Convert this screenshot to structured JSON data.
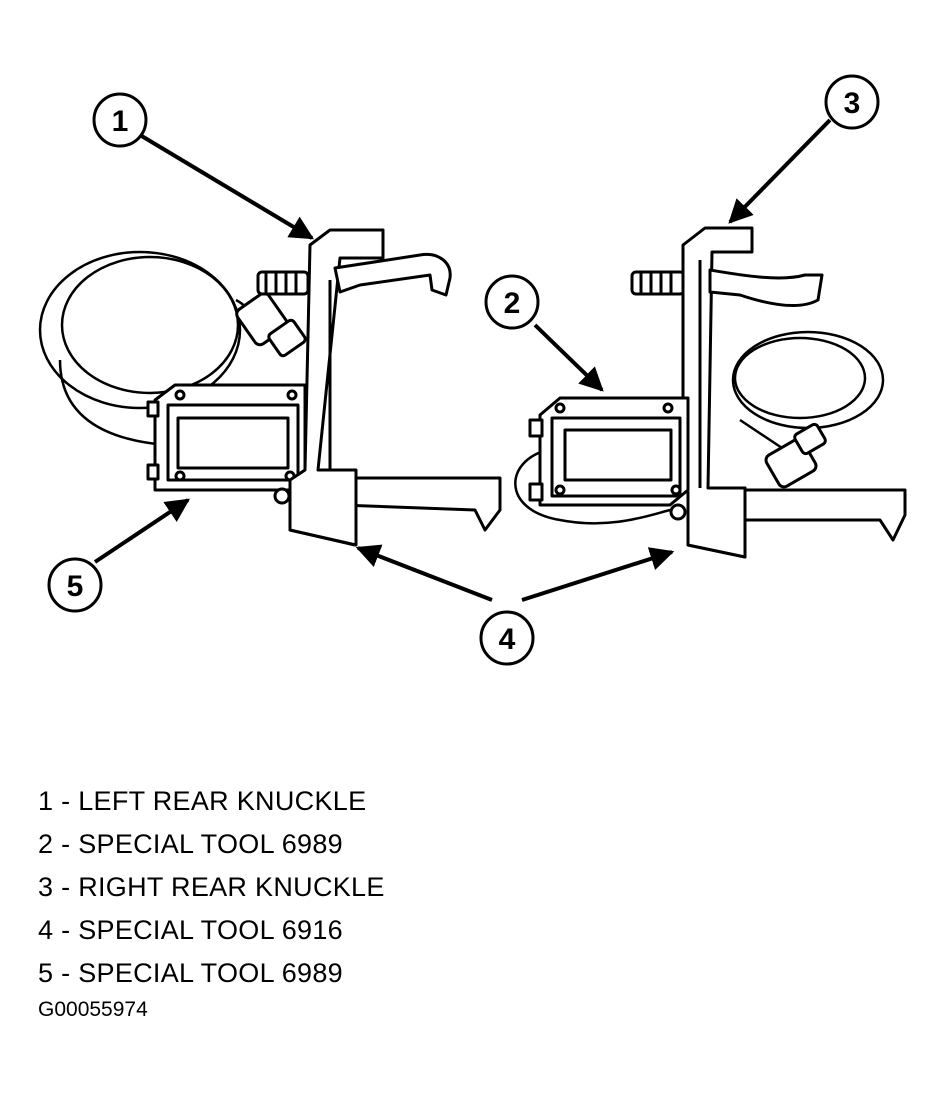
{
  "callouts": [
    {
      "number": "1"
    },
    {
      "number": "2"
    },
    {
      "number": "3"
    },
    {
      "number": "4"
    },
    {
      "number": "5"
    }
  ],
  "legend": [
    {
      "number": "1",
      "text": "1 - LEFT REAR KNUCKLE"
    },
    {
      "number": "2",
      "text": "2 - SPECIAL TOOL 6989"
    },
    {
      "number": "3",
      "text": "3 - RIGHT REAR KNUCKLE"
    },
    {
      "number": "4",
      "text": "4 - SPECIAL TOOL 6916"
    },
    {
      "number": "5",
      "text": "5 - SPECIAL TOOL 6989"
    }
  ],
  "figure_id": "G00055974"
}
